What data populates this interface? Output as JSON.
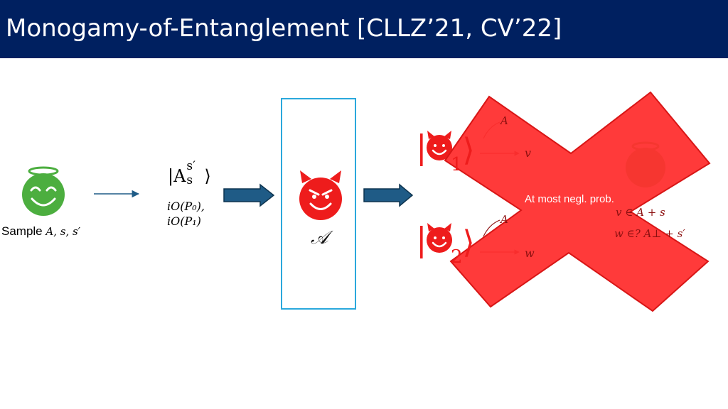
{
  "title": "Monogamy-of-Entanglement [CLLZ’21, CV’22]",
  "sampler": {
    "label": "Sample",
    "vars": "A, s, s′"
  },
  "state": {
    "ket": "|A",
    "ket_sub": "s",
    "ket_sup": "s′",
    "ket_close": "⟩",
    "io0": "iO(P₀),",
    "io1": "iO(P₁)"
  },
  "adversary": {
    "label": "𝒜"
  },
  "branch1": {
    "ket_open": "|",
    "ket_sub": "1",
    "ket_close": "⟩",
    "arrow_label_top": "A",
    "output": "v"
  },
  "branch2": {
    "ket_open": "|",
    "ket_sub": "2",
    "ket_close": "⟩",
    "arrow_label_top": "A",
    "output": "w"
  },
  "verifier": {
    "check1": "v ∈ A + s",
    "check2": "w ∈? A⊥ + s′",
    "result": "At most negl. prob."
  },
  "colors": {
    "title_bg": "#002060",
    "angel_green": "#4cae3f",
    "devil_red": "#ee1c1c",
    "cross_red": "#ff3030",
    "arrow_fill": "#1f5b86",
    "box_border": "#2aa8dc"
  }
}
